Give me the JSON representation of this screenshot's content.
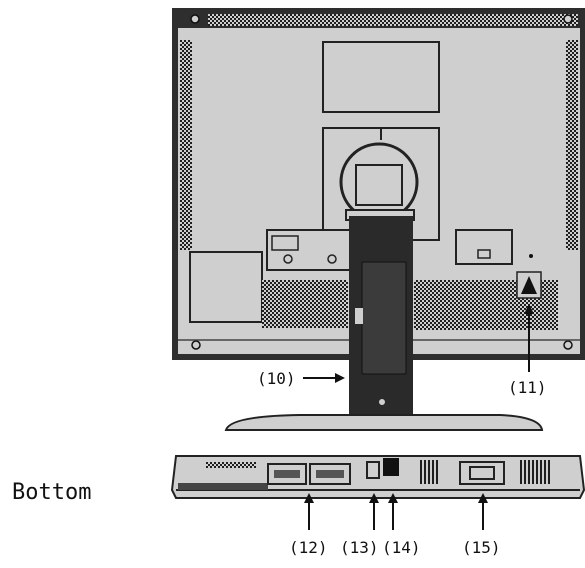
{
  "labels": {
    "bottom": "Bottom"
  },
  "callouts": {
    "c10": "(10)",
    "c11": "(11)",
    "c12": "(12)",
    "c13": "(13)",
    "c14": "(14)",
    "c15": "(15)"
  },
  "colors": {
    "background": "#ffffff",
    "body": "#cfcfcf",
    "frame": "#333333",
    "stand": "#2a2a2a",
    "line": "#111111"
  }
}
